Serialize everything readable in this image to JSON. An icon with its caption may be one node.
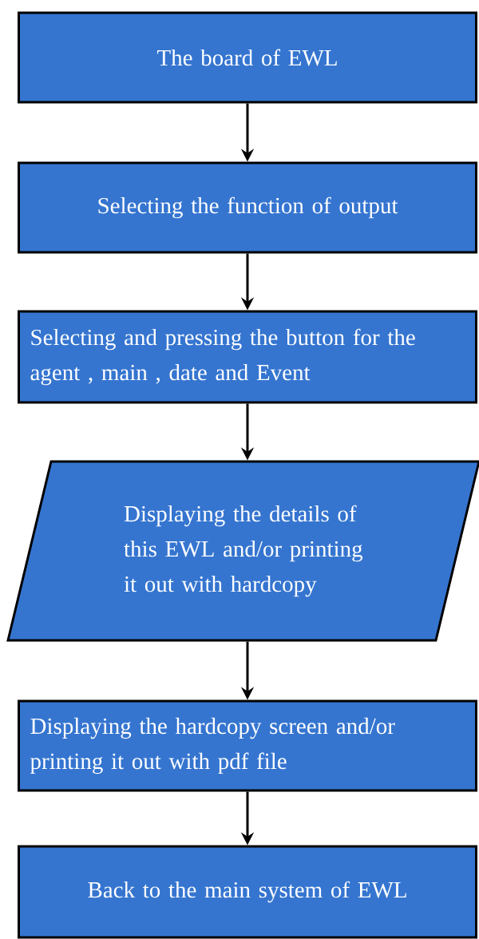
{
  "diagram": {
    "nodes": [
      {
        "text": [
          "The board of EWL"
        ]
      },
      {
        "text": [
          "Selecting the function of output"
        ]
      },
      {
        "text": [
          "Selecting and pressing the button for the agent , main , date and Event"
        ]
      },
      {
        "text": [
          "Displaying the details of this EWL and/or printing it out with hardcopy"
        ]
      },
      {
        "text": [
          "Displaying the hardcopy screen and/or printing it out with pdf file"
        ]
      },
      {
        "text": [
          "Back to the main system of EWL"
        ]
      }
    ],
    "edges": [
      {
        "from": 0,
        "to": 1,
        "arrow": "to"
      },
      {
        "from": 1,
        "to": 2,
        "arrow": "to"
      },
      {
        "from": 2,
        "to": 3,
        "arrow": "to"
      },
      {
        "from": 3,
        "to": 4,
        "arrow": "to"
      },
      {
        "from": 4,
        "to": 5,
        "arrow": "to"
      }
    ]
  }
}
